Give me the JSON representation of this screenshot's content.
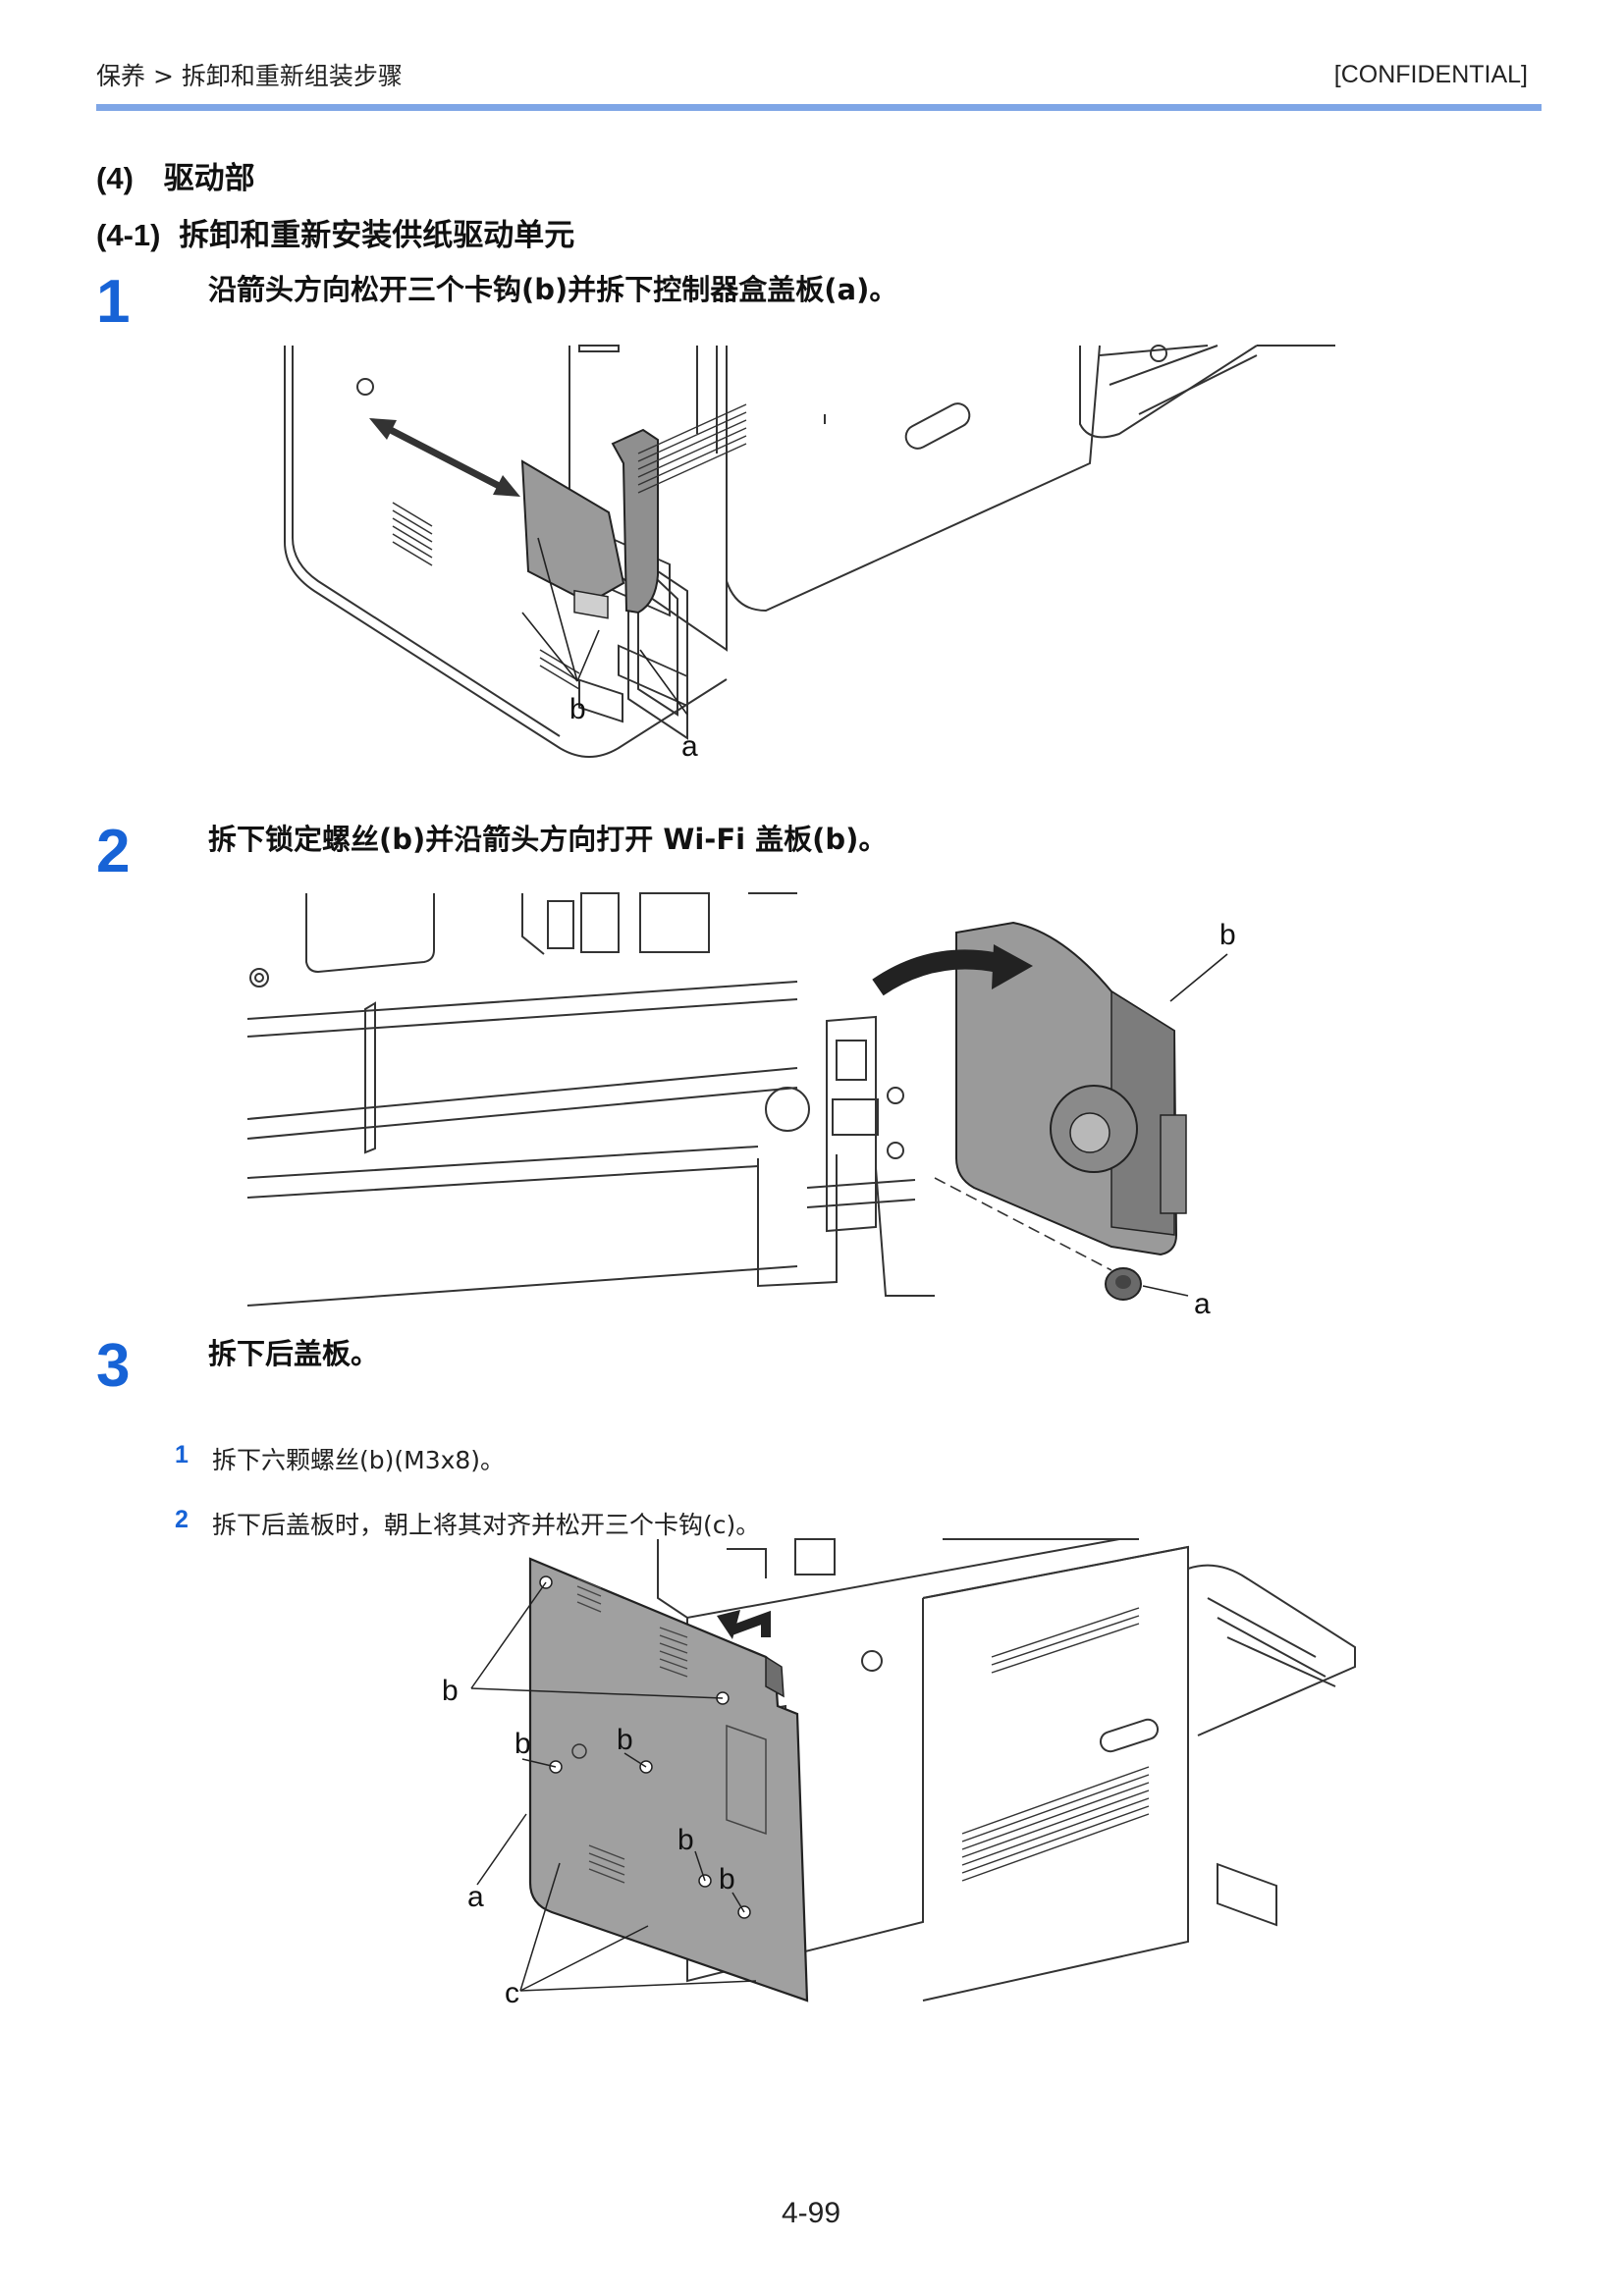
{
  "header": {
    "breadcrumb": "保养 > 拆卸和重新组装步骤",
    "confidential": "[CONFIDENTIAL]"
  },
  "section": {
    "number": "(4)",
    "title": "驱动部"
  },
  "subsection": {
    "number": "(4-1)",
    "title": "拆卸和重新安装供纸驱动单元"
  },
  "steps": [
    {
      "number": "1",
      "text": "沿箭头方向松开三个卡钩(b)并拆下控制器盒盖板(a)。",
      "labels": [
        "b",
        "a"
      ]
    },
    {
      "number": "2",
      "text": "拆下锁定螺丝(b)并沿箭头方向打开  Wi-Fi  盖板(b)。",
      "labels": [
        "b",
        "a"
      ]
    },
    {
      "number": "3",
      "text": "拆下后盖板。",
      "substeps": [
        {
          "number": "1",
          "text": "拆下六颗螺丝(b)(M3x8)。"
        },
        {
          "number": "2",
          "text": "拆下后盖板时，朝上将其对齐并松开三个卡钩(c)。"
        }
      ],
      "labels": [
        "b",
        "b",
        "b",
        "b",
        "b",
        "a",
        "c"
      ]
    }
  ],
  "page_number": "4-99"
}
